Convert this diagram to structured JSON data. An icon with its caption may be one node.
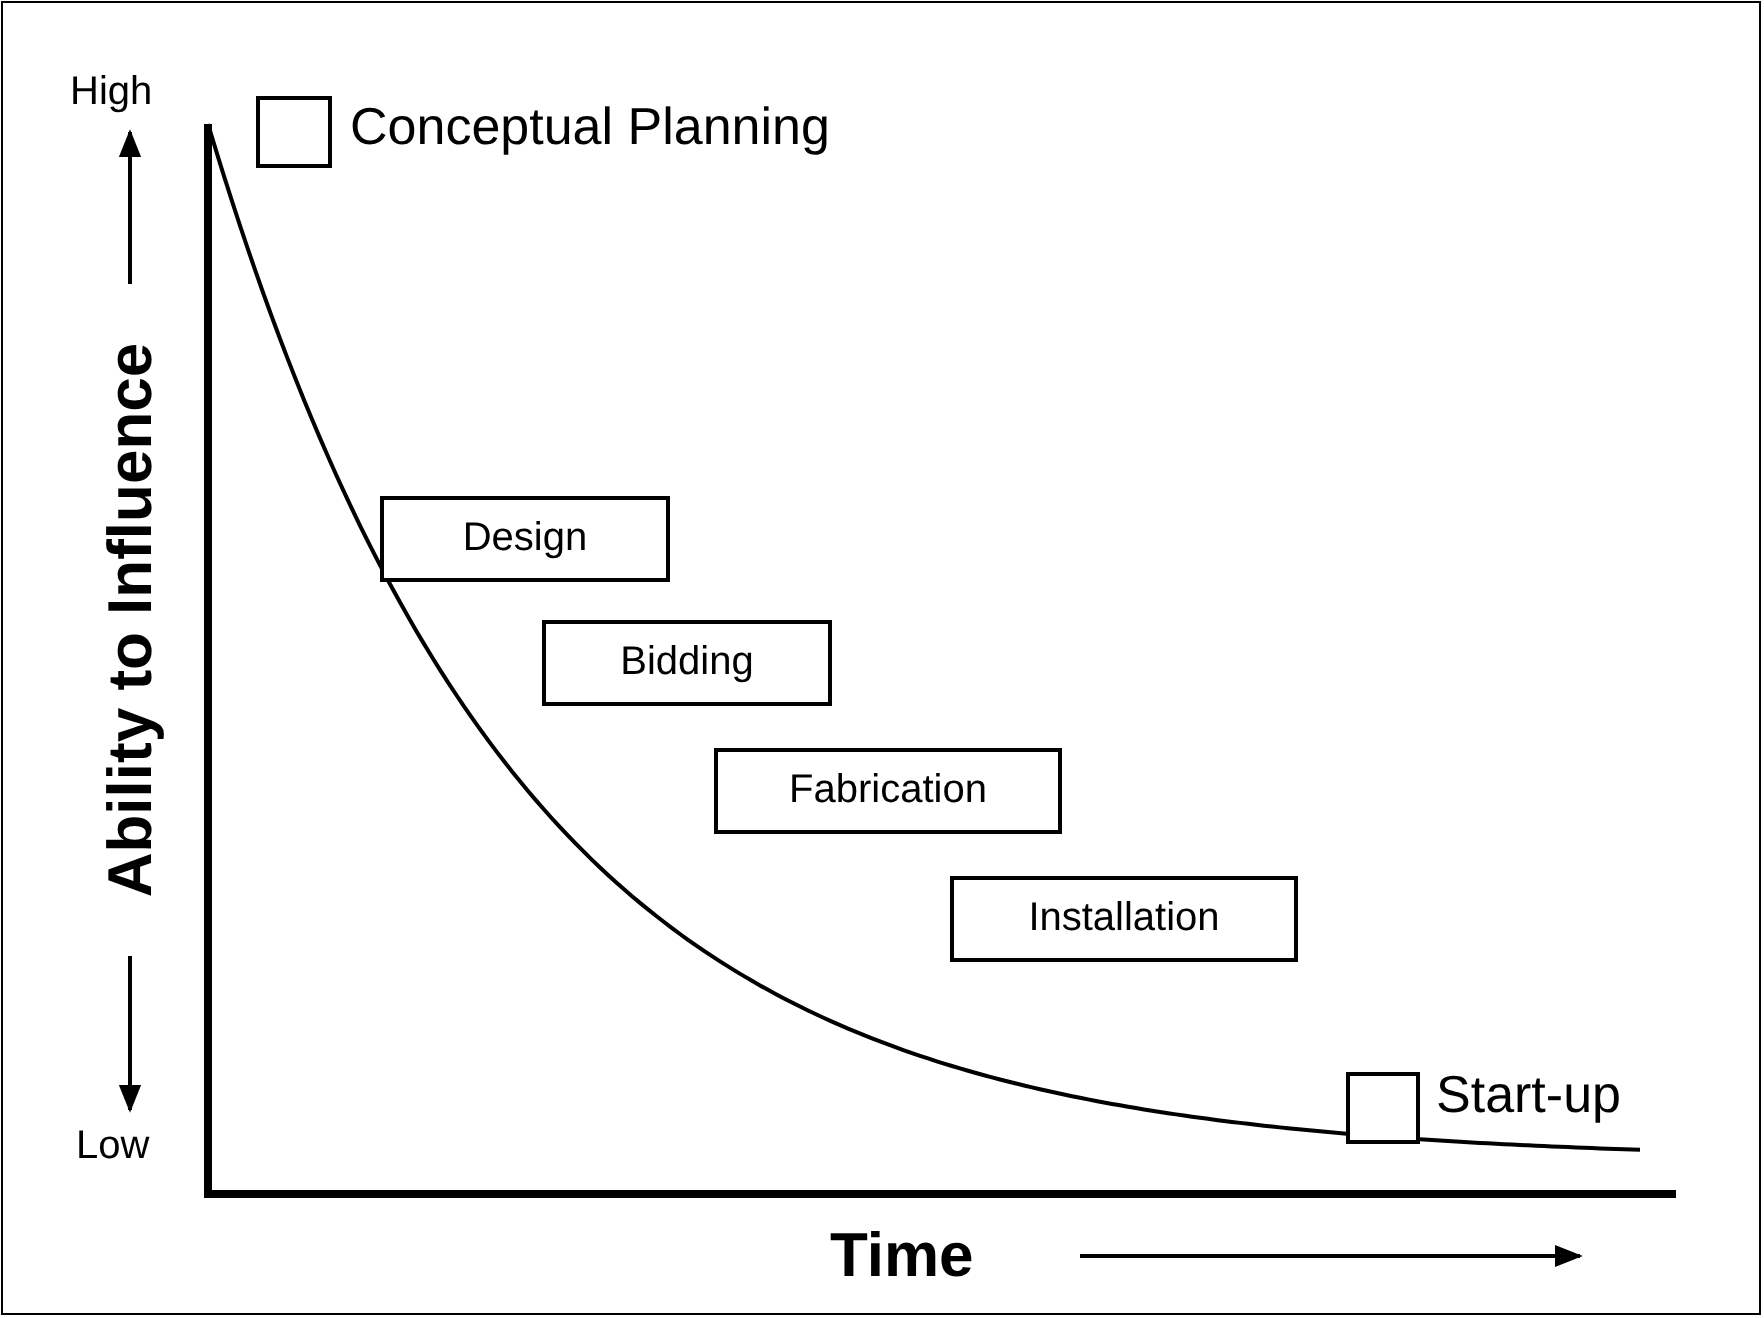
{
  "diagram": {
    "nodes": [
      {
        "text": [],
        "shape": "box",
        "beside": [
          "Conceptual Planning"
        ]
      },
      {
        "text": [
          "Design"
        ]
      },
      {
        "text": [
          "Bidding"
        ]
      },
      {
        "text": [
          "Fabrication"
        ]
      },
      {
        "text": [
          "Installation"
        ]
      },
      {
        "text": [],
        "shape": "box",
        "beside": [
          "Start-up"
        ]
      }
    ],
    "labels": [
      "High",
      "Ability to Influence",
      "Low",
      "Time"
    ]
  }
}
